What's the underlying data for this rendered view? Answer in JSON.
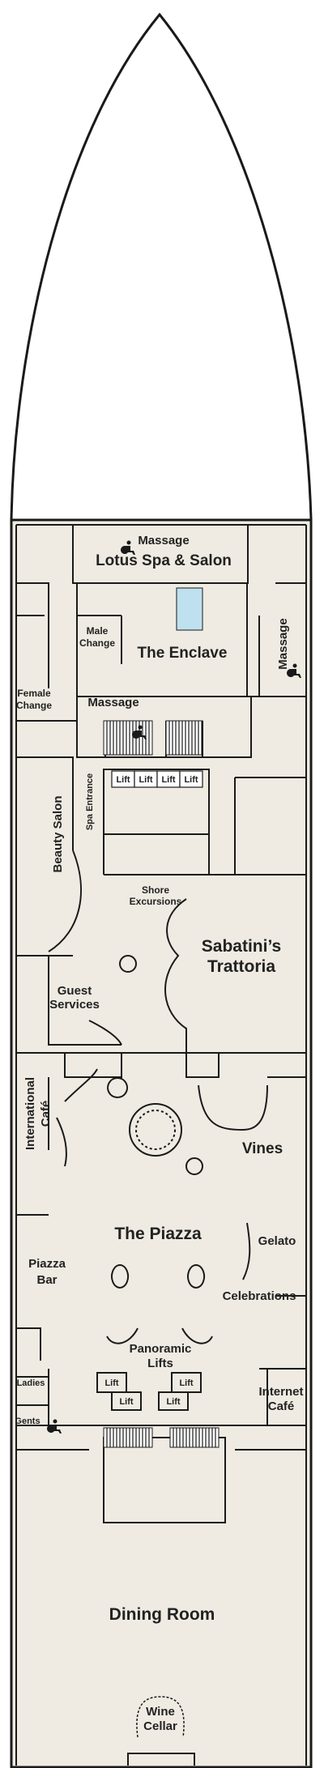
{
  "colors": {
    "deck_fill": "#efebe2",
    "wall": "#1a1a1a",
    "hull_outline": "#1a1a1a",
    "page_bg": "#ffffff"
  },
  "labels": {
    "massage_top": "Massage",
    "lotus_spa": "Lotus Spa & Salon",
    "male_change": [
      "Male",
      "Change"
    ],
    "the_enclave": "The Enclave",
    "massage_right": "Massage",
    "female_change": [
      "Female",
      "Change"
    ],
    "massage_mid": "Massage",
    "spa_entrance": "Spa Entrance",
    "beauty_salon": "Beauty Salon",
    "lift": "Lift",
    "shore_excursions": [
      "Shore",
      "Excursions"
    ],
    "sabatinis": [
      "Sabatini’s",
      "Trattoria"
    ],
    "guest_services": [
      "Guest",
      "Services"
    ],
    "international_cafe": [
      "International",
      "Café"
    ],
    "vines": "Vines",
    "the_piazza": "The Piazza",
    "gelato": "Gelato",
    "piazza_bar": [
      "Piazza",
      "Bar"
    ],
    "celebrations": "Celebrations",
    "panoramic_lifts": [
      "Panoramic",
      "Lifts"
    ],
    "ladies": "Ladies",
    "gents": "Gents",
    "internet_cafe": [
      "Internet",
      "Café"
    ],
    "dining_room": "Dining Room",
    "wine_cellar": [
      "Wine",
      "Cellar"
    ]
  },
  "icons": {
    "accessible": "wheelchair-icon"
  }
}
